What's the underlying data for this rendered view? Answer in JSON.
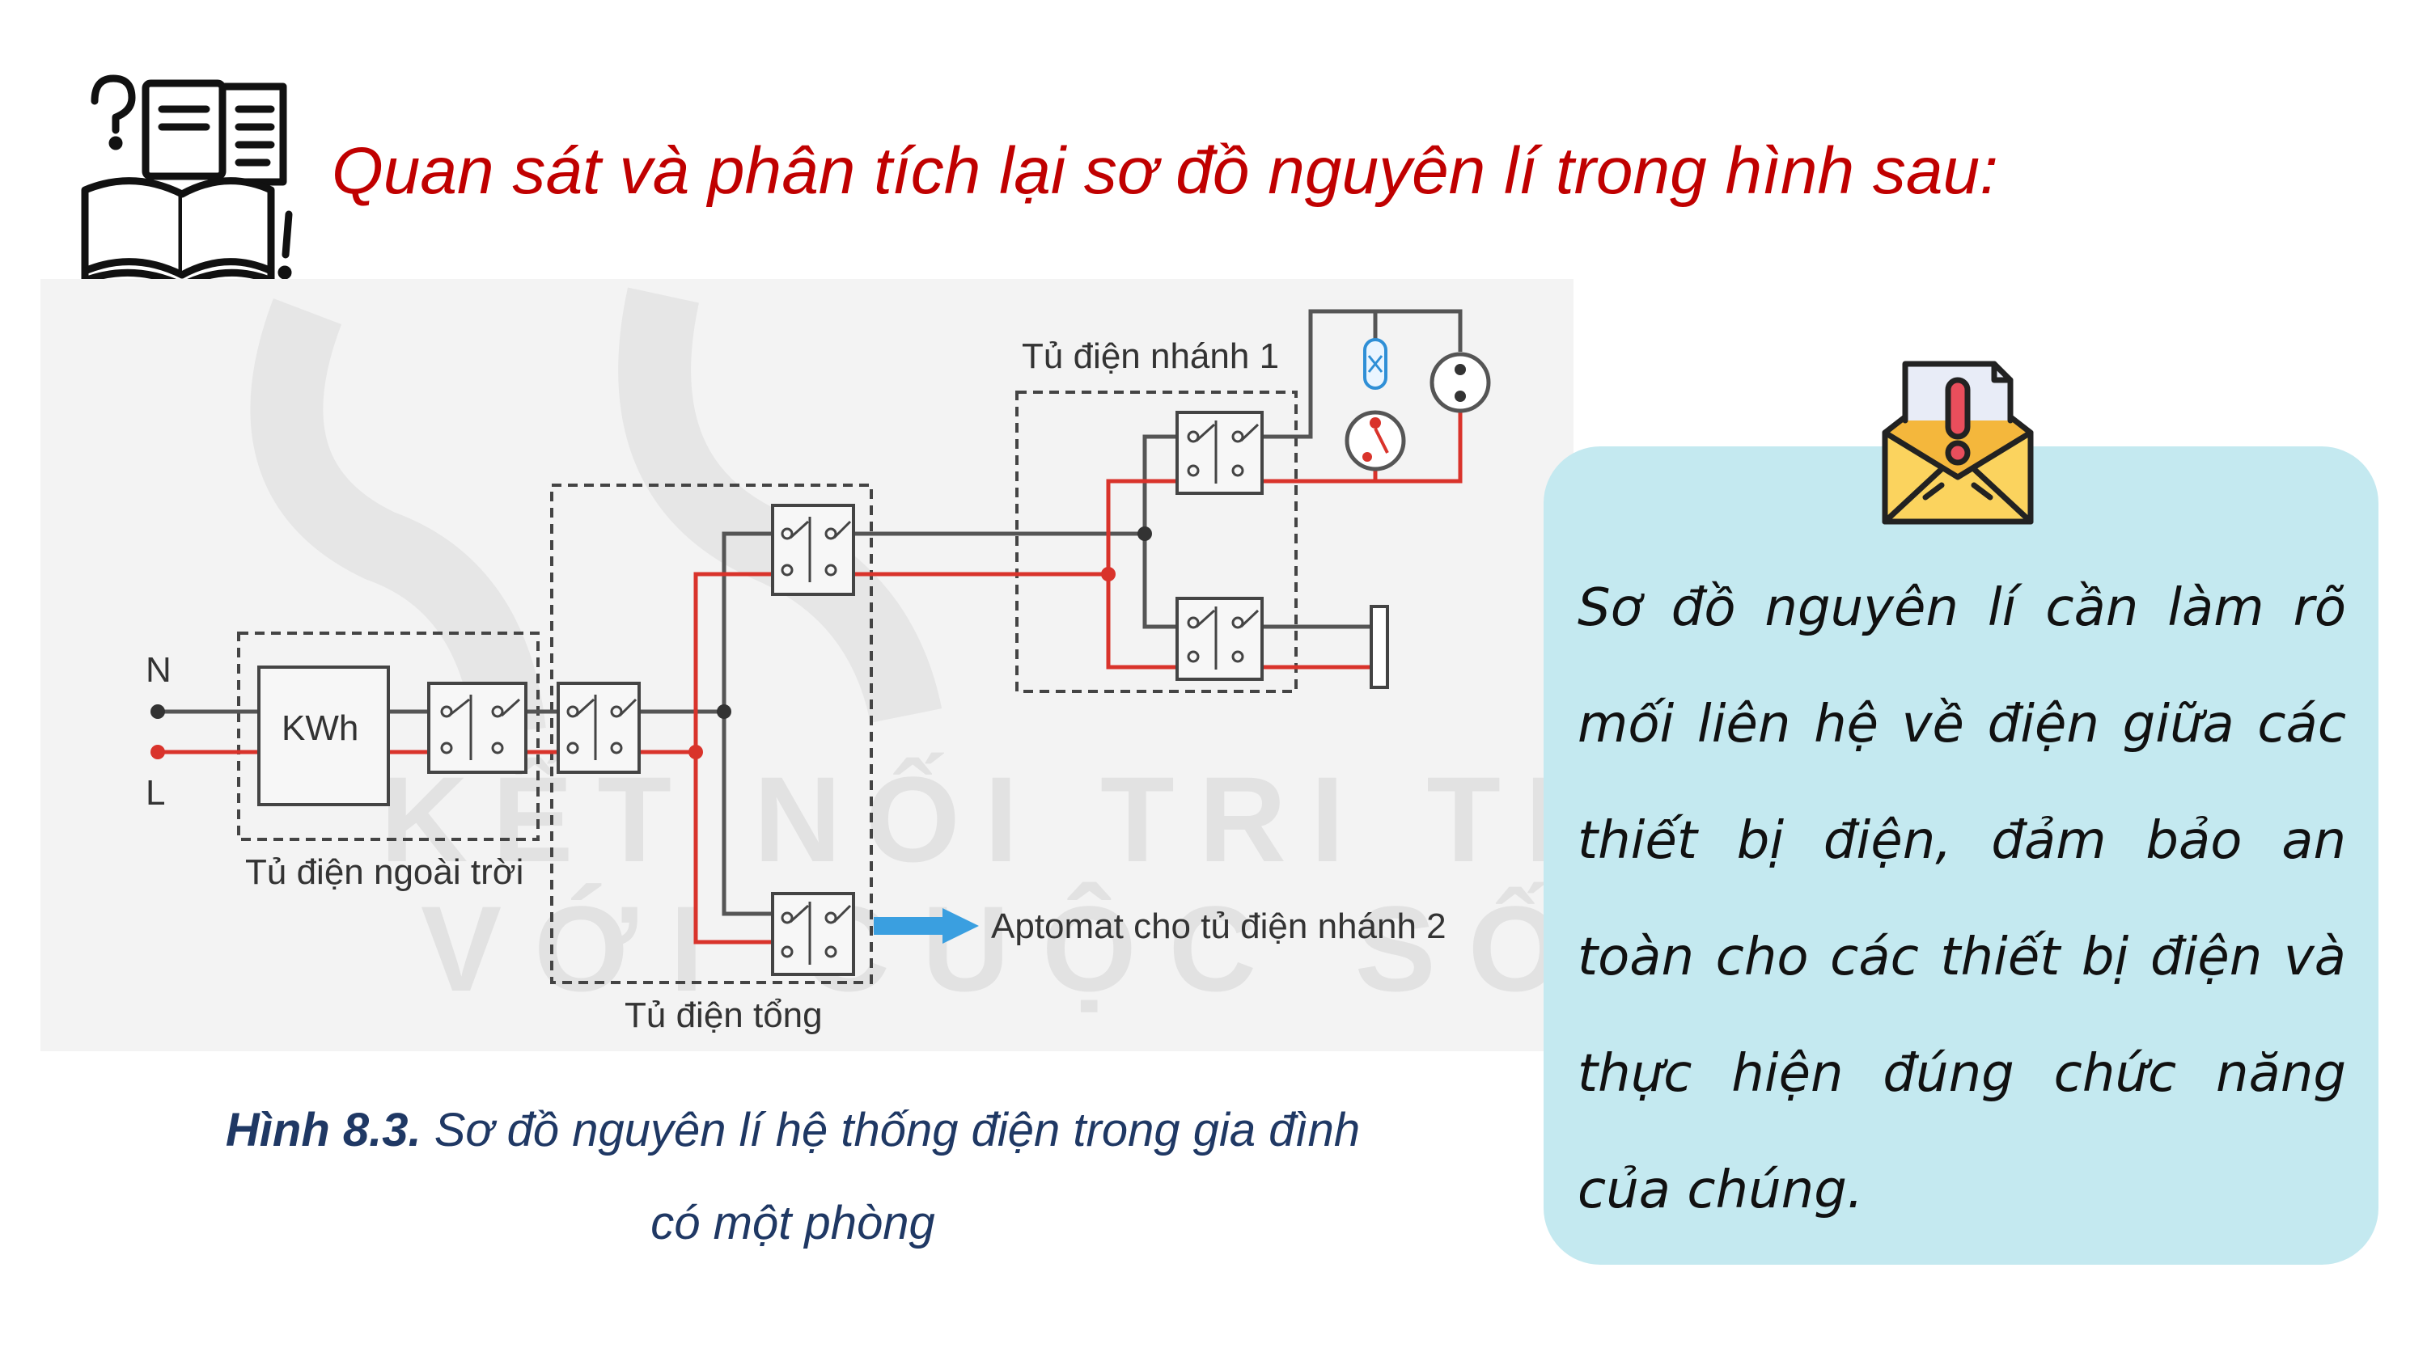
{
  "heading": "Quan sát và phân tích lại sơ đồ nguyên lí trong hình sau:",
  "diagram": {
    "labels": {
      "neutral": "N",
      "live": "L",
      "meter": "KWh",
      "outdoor_panel": "Tủ điện ngoài trời",
      "main_panel": "Tủ điện tổng",
      "branch_panel_1": "Tủ điện nhánh 1",
      "branch_2_feed": "Aptomat cho tủ điện nhánh 2"
    },
    "watermark": [
      "KẾT NỐI TRI THỨC",
      "VỚI CUỘC SỐNG"
    ],
    "colors": {
      "neutral_wire": "#555555",
      "live_wire": "#d9332b",
      "arrow": "#3a9fe0"
    }
  },
  "caption": {
    "figure_number": "Hình 8.3.",
    "line1": "Sơ đồ nguyên lí hệ thống điện trong gia đình",
    "line2": "có một phòng"
  },
  "note": {
    "text": "Sơ đồ nguyên lí cần làm rõ mối liên hệ về điện giữa các thiết bị điện, đảm bảo an toàn cho các thiết bị điện và thực hiện đúng chức năng của chúng."
  },
  "colors": {
    "heading": "#c00000",
    "caption": "#1f3864",
    "panel": "#c4e9f0"
  },
  "icons": {
    "book": "book-question-icon",
    "mail": "mail-alert-icon"
  }
}
